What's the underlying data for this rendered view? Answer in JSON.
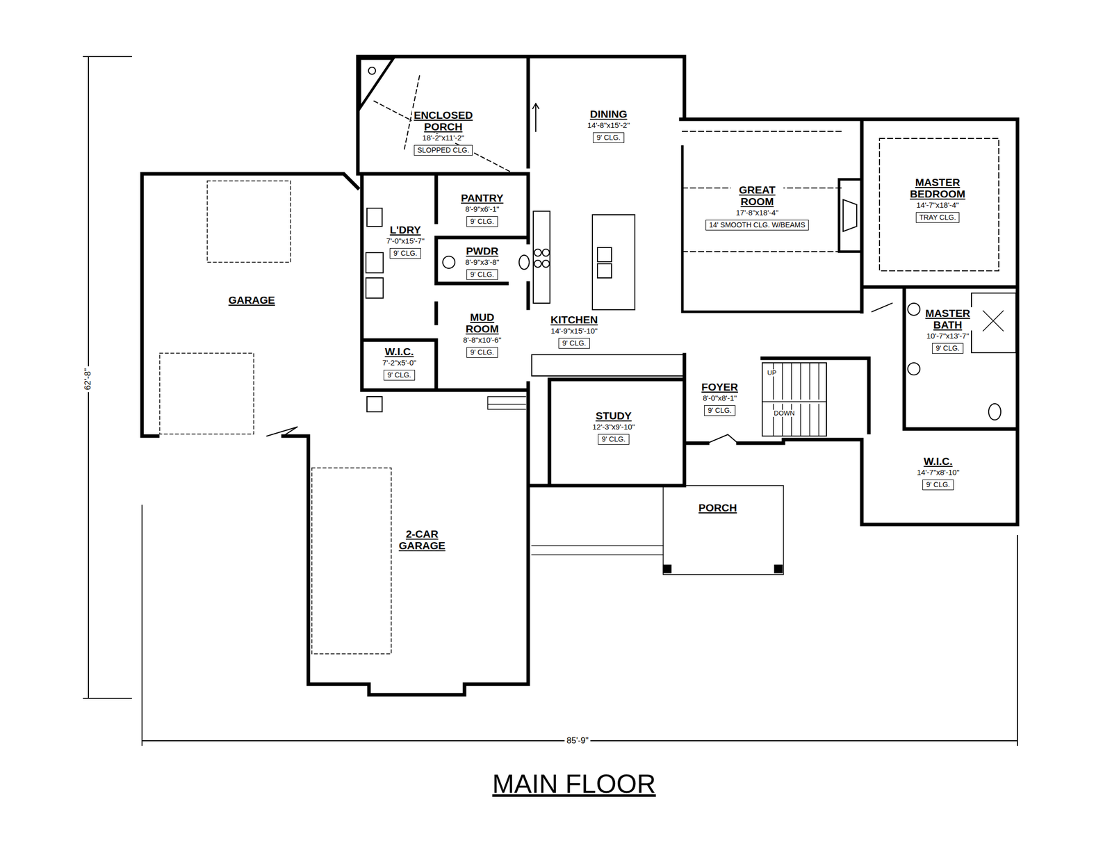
{
  "diagram": {
    "title": "MAIN FLOOR",
    "nodes": [
      {
        "text": [
          "ENCLOSED PORCH",
          "18'-2\"x11'-2\"",
          "SLOPPED CLG."
        ]
      },
      {
        "text": [
          "DINING",
          "14'-8\"x15'-2\"",
          "9' CLG."
        ]
      },
      {
        "text": [
          "GREAT ROOM",
          "17'-8\"x18'-4\"",
          "14' SMOOTH CLG. W/BEAMS"
        ]
      },
      {
        "text": [
          "MASTER BEDROOM",
          "14'-7\"x18'-4\"",
          "TRAY CLG."
        ]
      },
      {
        "text": [
          "PANTRY",
          "8'-9\"x6'-1\"",
          "9' CLG."
        ]
      },
      {
        "text": [
          "GARAGE"
        ]
      },
      {
        "text": [
          "L'DRY",
          "7'-0\"x15'-7\"",
          "9' CLG."
        ]
      },
      {
        "text": [
          "PWDR",
          "8'-9\"x3'-8\"",
          "9' CLG."
        ]
      },
      {
        "text": [
          "MASTER BATH",
          "10'-7\"x13'-7\"",
          "9' CLG."
        ]
      },
      {
        "text": [
          "MUD ROOM",
          "8'-8\"x10'-6\"",
          "9' CLG."
        ]
      },
      {
        "text": [
          "KITCHEN",
          "14'-9\"x15'-10\"",
          "9' CLG."
        ]
      },
      {
        "text": [
          "W.I.C.",
          "7'-2\"x5'-0\"",
          "9' CLG."
        ]
      },
      {
        "text": [
          "FOYER",
          "8'-0\"x8'-1\"",
          "9' CLG."
        ]
      },
      {
        "text": [
          "STUDY",
          "12'-3\"x9'-10\"",
          "9' CLG."
        ]
      },
      {
        "text": [
          "W.I.C.",
          "14'-7\"x8'-10\"",
          "9' CLG."
        ]
      },
      {
        "text": [
          "PORCH"
        ]
      },
      {
        "text": [
          "2-CAR GARAGE"
        ]
      }
    ],
    "labels": [
      "UP",
      "DOWN",
      "85'-9\"",
      "62'-8\""
    ]
  }
}
